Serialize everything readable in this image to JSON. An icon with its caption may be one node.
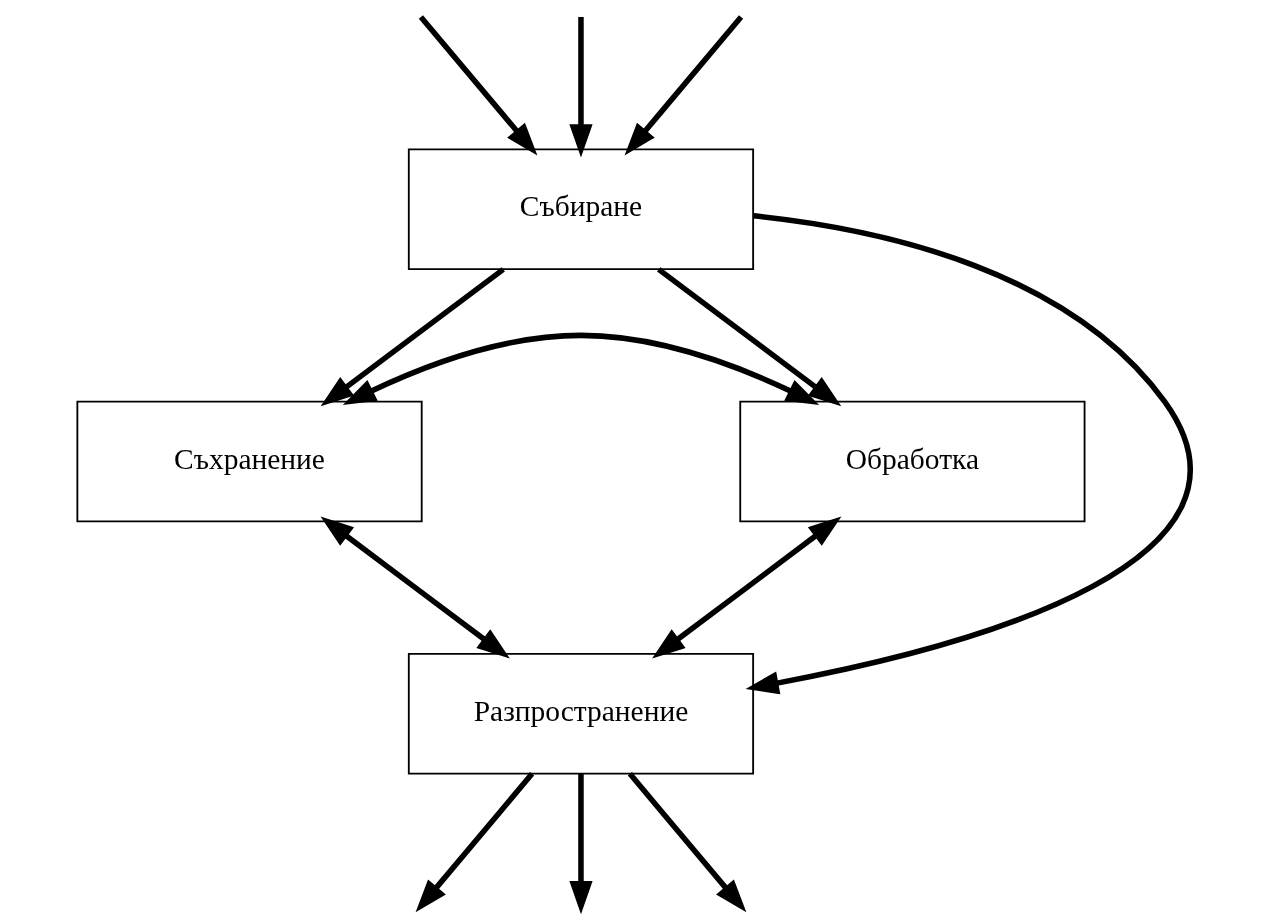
{
  "diagram": {
    "nodes": [
      {
        "text": [
          "Събиране"
        ]
      },
      {
        "text": [
          "Съхранение"
        ]
      },
      {
        "text": [
          "Обработка"
        ]
      },
      {
        "text": [
          "Разпространение"
        ]
      }
    ],
    "edges": [
      {
        "from": null,
        "to": 0,
        "arrow": "to"
      },
      {
        "from": null,
        "to": 0,
        "arrow": "to"
      },
      {
        "from": null,
        "to": 0,
        "arrow": "to"
      },
      {
        "from": 0,
        "to": 1,
        "arrow": "to"
      },
      {
        "from": 0,
        "to": 3,
        "arrow": "to"
      },
      {
        "from": 0,
        "to": 2,
        "arrow": "to"
      },
      {
        "from": 1,
        "to": 2,
        "arrow": "both"
      },
      {
        "from": 1,
        "to": 3,
        "arrow": "both"
      },
      {
        "from": 2,
        "to": 3,
        "arrow": "both"
      },
      {
        "from": 3,
        "to": null,
        "arrow": "to"
      },
      {
        "from": 3,
        "to": null,
        "arrow": "to"
      },
      {
        "from": 3,
        "to": null,
        "arrow": "to"
      }
    ]
  }
}
